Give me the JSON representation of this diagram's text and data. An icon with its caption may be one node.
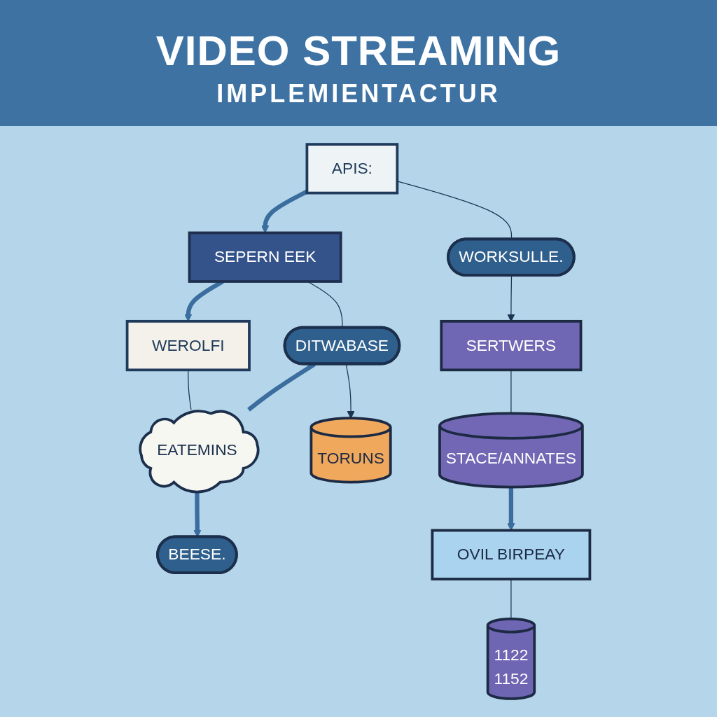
{
  "diagram": {
    "title": "VIDEO STREAMING",
    "nodes": [
      {
        "text": [
          "APIS:"
        ]
      },
      {
        "text": [
          "SEPERN EEK"
        ]
      },
      {
        "text": [
          "WEROLFI"
        ]
      },
      {
        "text": [
          "WORKSULLE."
        ]
      },
      {
        "text": [
          "DITWABASE"
        ]
      },
      {
        "text": [
          "EATEMINS"
        ]
      },
      {
        "text": [
          "SERTWERS"
        ]
      },
      {
        "text": [
          "TORUNS"
        ]
      },
      {
        "text": [
          "1122",
          "1152"
        ]
      },
      {
        "text": [
          "BEESE."
        ]
      },
      {
        "text": [
          "STACE/ANNATES"
        ]
      },
      {
        "text": [
          "OVIL BIRPEAY"
        ]
      }
    ],
    "edges": [
      {
        "from": 0,
        "to": 1,
        "arrow": "to",
        "style": "thick",
        "color": "#3b6e9e"
      },
      {
        "from": 1,
        "to": 2,
        "arrow": "to",
        "style": "thick",
        "color": "#3b6e9e"
      },
      {
        "from": 0,
        "to": 3,
        "arrow": "none"
      },
      {
        "from": 1,
        "to": 4,
        "arrow": "none"
      },
      {
        "from": 3,
        "to": 6,
        "arrow": "to"
      },
      {
        "from": 4,
        "to": 7,
        "arrow": "to"
      },
      {
        "from": 4,
        "to": 5,
        "arrow": "none",
        "style": "thick",
        "color": "#3b6e9e"
      },
      {
        "from": 2,
        "to": 5,
        "arrow": "none"
      },
      {
        "from": 5,
        "to": 9,
        "arrow": "to",
        "style": "thick",
        "color": "#3b6e9e"
      },
      {
        "from": 6,
        "to": 10,
        "arrow": "none"
      },
      {
        "from": 10,
        "to": 11,
        "arrow": "to",
        "style": "thick",
        "color": "#3b6e9e"
      },
      {
        "from": 11,
        "to": 8,
        "arrow": "none"
      }
    ],
    "labels": [
      "IMPLEMIENTACTUR"
    ]
  }
}
